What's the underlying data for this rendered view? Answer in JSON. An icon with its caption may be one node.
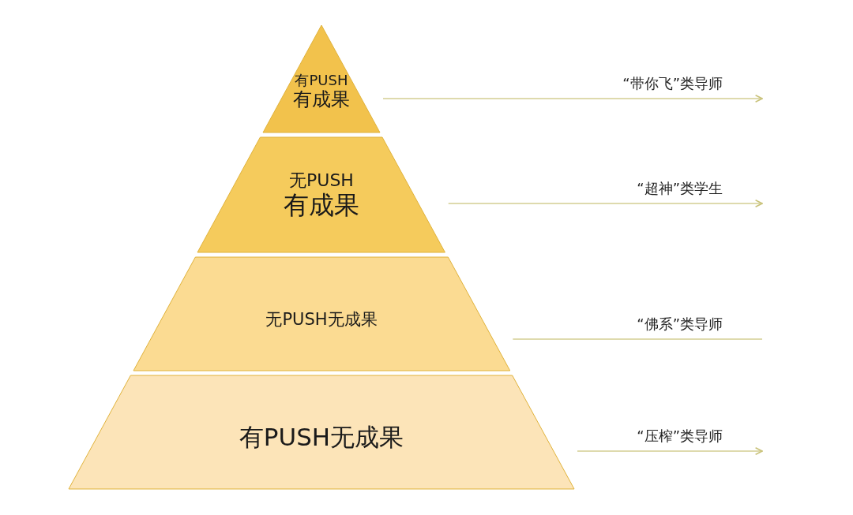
{
  "diagram": {
    "nodes": [
      {
        "text": [
          "有PUSH",
          "有成果"
        ]
      },
      {
        "text": [
          "无PUSH",
          "有成果"
        ]
      },
      {
        "text": [
          "无PUSH无成果"
        ]
      },
      {
        "text": [
          "有PUSH无成果"
        ]
      }
    ],
    "edges": [
      {
        "from": 0,
        "to": null,
        "arrow": "to",
        "label": "“带你飞”类导师"
      },
      {
        "from": 1,
        "to": null,
        "arrow": "to",
        "label": "“超神”类学生"
      },
      {
        "from": 2,
        "to": null,
        "arrow": "none",
        "label": "“佛系”类导师"
      },
      {
        "from": 3,
        "to": null,
        "arrow": "to",
        "label": "“压榨”类导师"
      }
    ]
  }
}
